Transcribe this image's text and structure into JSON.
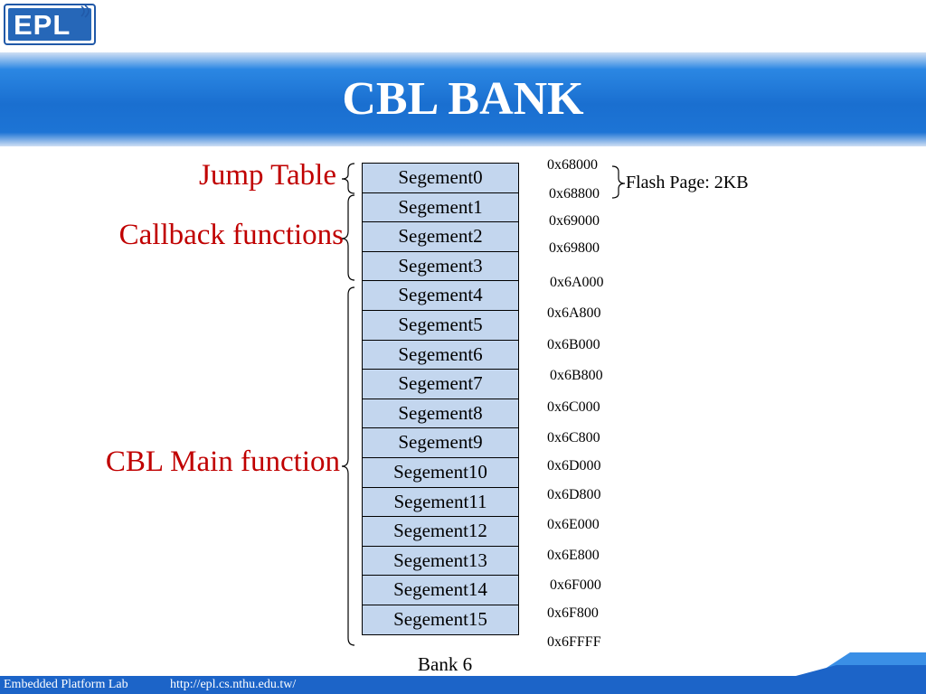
{
  "header": {
    "logo_text": "EPL",
    "title": "CBL BANK"
  },
  "diagram": {
    "segments": [
      "Segement0",
      "Segement1",
      "Segement2",
      "Segement3",
      "Segement4",
      "Segement5",
      "Segement6",
      "Segement7",
      "Segement8",
      "Segement9",
      "Segement10",
      "Segement11",
      "Segement12",
      "Segement13",
      "Segement14",
      "Segement15"
    ],
    "addresses": [
      "0x68000",
      "0x68800",
      "0x69000",
      "0x69800",
      "0x6A000",
      "0x6A800",
      "0x6B000",
      "0x6B800",
      "0x6C000",
      "0x6C800",
      "0x6D000",
      "0x6D800",
      "0x6E000",
      "0x6E800",
      "0x6F000",
      "0x6F800",
      "0x6FFFF"
    ],
    "labels": {
      "jump_table": "Jump Table",
      "callback_functions": "Callback functions",
      "cbl_main_function": "CBL Main function"
    },
    "flash_page": "Flash Page: 2KB",
    "bank_label": "Bank 6",
    "colors": {
      "segment_fill": "#c3d6ee",
      "label_red": "#c00000",
      "banner_blue": "#1a6fd0"
    }
  },
  "footer": {
    "lab_name": "Embedded Platform Lab",
    "url": "http://epl.cs.nthu.edu.tw/"
  }
}
